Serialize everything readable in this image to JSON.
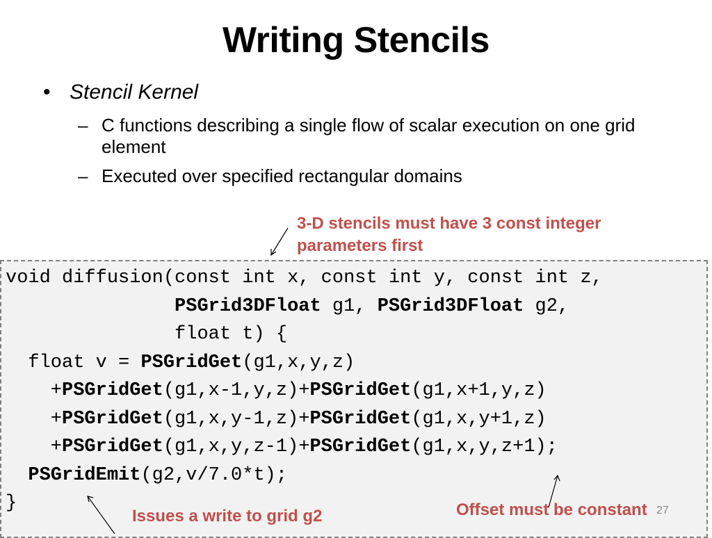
{
  "slide": {
    "title": "Writing Stencils",
    "bullet": "Stencil Kernel",
    "bullet_marker": "•",
    "sub_marker": "–",
    "subs": [
      "C functions describing a single flow of scalar execution on one grid element",
      "Executed over specified rectangular domains"
    ],
    "notes": {
      "top": "3-D stencils must have 3 const integer parameters first",
      "write": "Issues a write to grid g2",
      "offset": "Offset must be constant"
    },
    "page_number": "27",
    "code_lines": [
      [
        {
          "t": "void diffusion(const int x, const int y, const int z,"
        }
      ],
      [
        {
          "t": "               "
        },
        {
          "t": "PSGrid3DFloat",
          "b": true
        },
        {
          "t": " g1, "
        },
        {
          "t": "PSGrid3DFloat",
          "b": true
        },
        {
          "t": " g2,"
        }
      ],
      [
        {
          "t": "               float t) {"
        }
      ],
      [
        {
          "t": "  float v = "
        },
        {
          "t": "PSGridGet",
          "b": true
        },
        {
          "t": "(g1,x,y,z)"
        }
      ],
      [
        {
          "t": "    +"
        },
        {
          "t": "PSGridGet",
          "b": true
        },
        {
          "t": "(g1,x-1,y,z)+"
        },
        {
          "t": "PSGridGet",
          "b": true
        },
        {
          "t": "(g1,x+1,y,z)"
        }
      ],
      [
        {
          "t": "    +"
        },
        {
          "t": "PSGridGet",
          "b": true
        },
        {
          "t": "(g1,x,y-1,z)+"
        },
        {
          "t": "PSGridGet",
          "b": true
        },
        {
          "t": "(g1,x,y+1,z)"
        }
      ],
      [
        {
          "t": "    +"
        },
        {
          "t": "PSGridGet",
          "b": true
        },
        {
          "t": "(g1,x,y,z-1)+"
        },
        {
          "t": "PSGridGet",
          "b": true
        },
        {
          "t": "(g1,x,y,z+1);"
        }
      ],
      [
        {
          "t": "  "
        },
        {
          "t": "PSGridEmit",
          "b": true
        },
        {
          "t": "(g2,v/7.0*t);"
        }
      ],
      [
        {
          "t": "}"
        }
      ]
    ],
    "colors": {
      "accent": "#c0504d",
      "code_bg": "#f2f2f2",
      "border": "#7f7f7f"
    }
  }
}
